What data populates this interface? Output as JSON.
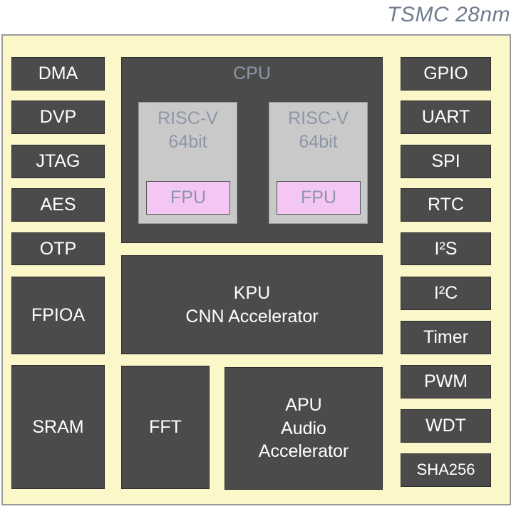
{
  "process": "TSMC 28nm",
  "left_column": [
    "DMA",
    "DVP",
    "JTAG",
    "AES",
    "OTP",
    "FPIOA"
  ],
  "sram": "SRAM",
  "cpu": {
    "title": "CPU",
    "cores": [
      {
        "line1": "RISC-V",
        "line2": "64bit",
        "fpu": "FPU"
      },
      {
        "line1": "RISC-V",
        "line2": "64bit",
        "fpu": "FPU"
      }
    ]
  },
  "kpu": {
    "line1": "KPU",
    "line2": "CNN Accelerator"
  },
  "fft": "FFT",
  "apu": {
    "line1": "APU",
    "line2": "Audio",
    "line3": "Accelerator"
  },
  "right_column": [
    "GPIO",
    "UART",
    "SPI",
    "RTC",
    "I²S",
    "I²C",
    "Timer",
    "PWM",
    "WDT",
    "SHA256"
  ],
  "colors": {
    "chip_background": "#fbf7c9",
    "block": "#4b4b4b",
    "core": "#c9c9c9",
    "fpu": "#f4c6f4",
    "muted_text": "#8d96a6"
  }
}
